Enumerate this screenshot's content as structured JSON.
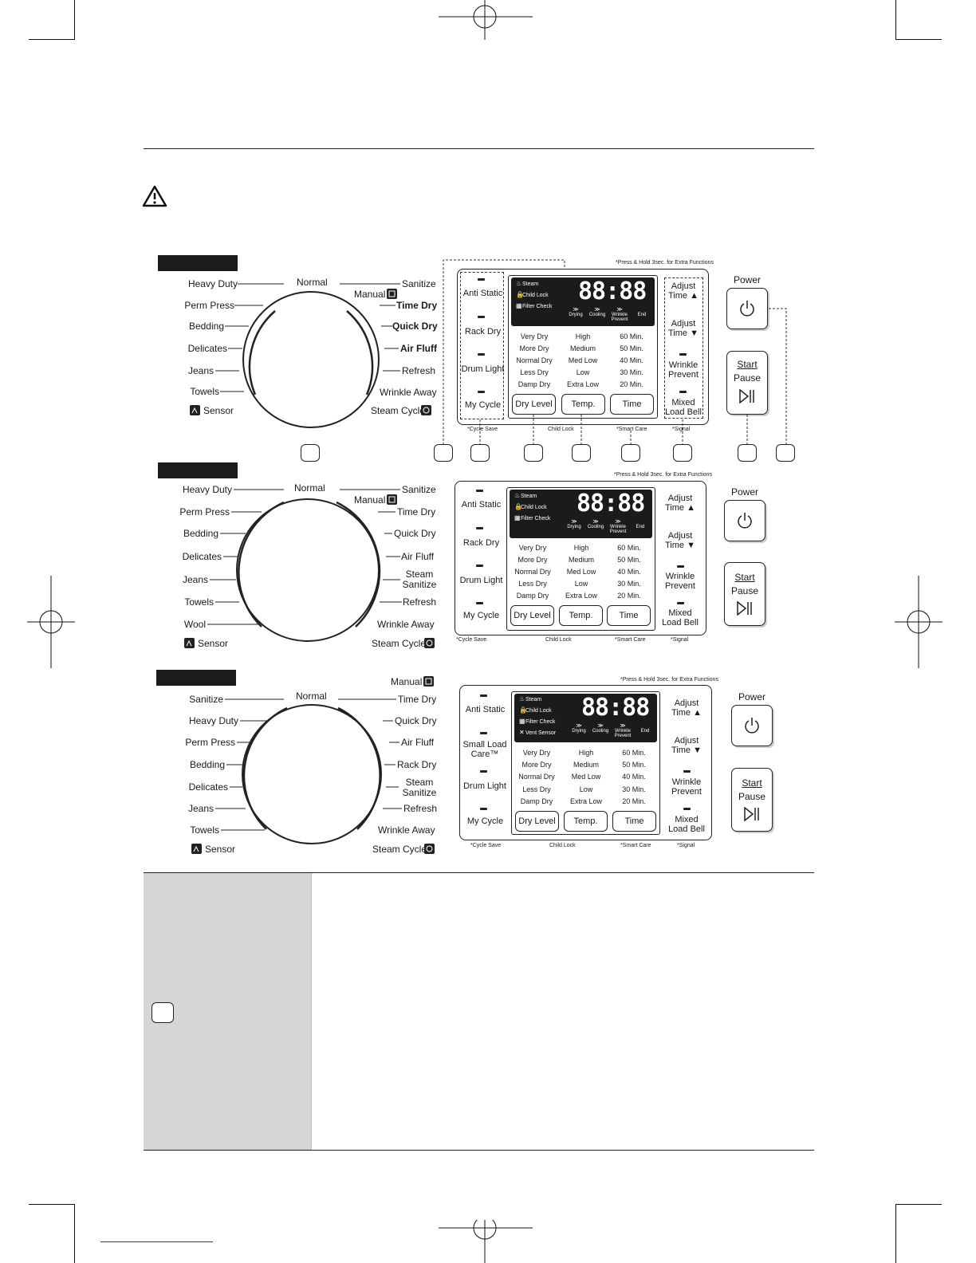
{
  "dial_panels": [
    {
      "left_labels": [
        "Heavy Duty",
        "Perm Press",
        "Bedding",
        "Delicates",
        "Jeans",
        "Towels"
      ],
      "sensor_label": "Sensor",
      "top_label": "Normal",
      "right_labels": [
        "Sanitize",
        "Manual",
        "Time Dry",
        "Quick Dry",
        "Air Fluff",
        "Refresh",
        "Wrinkle Away",
        "Steam Cycle"
      ]
    },
    {
      "left_labels": [
        "Heavy Duty",
        "Perm Press",
        "Bedding",
        "Delicates",
        "Jeans",
        "Towels",
        "Wool"
      ],
      "sensor_label": "Sensor",
      "top_label": "Normal",
      "right_labels": [
        "Sanitize",
        "Manual",
        "Time Dry",
        "Quick Dry",
        "Air Fluff",
        "Steam Sanitize",
        "Refresh",
        "Wrinkle Away",
        "Steam Cycle"
      ]
    },
    {
      "left_labels": [
        "Sanitize",
        "Heavy Duty",
        "Perm Press",
        "Bedding",
        "Delicates",
        "Jeans",
        "Towels"
      ],
      "sensor_label": "Sensor",
      "top_label": "Normal",
      "right_labels": [
        "Manual",
        "Time Dry",
        "Quick Dry",
        "Air Fluff",
        "Rack Dry",
        "Steam Sanitize",
        "Refresh",
        "Wrinkle Away",
        "Steam Cycle"
      ]
    }
  ],
  "control_panels": [
    {
      "extra_note": "*Press & Hold 3sec. for Extra Functions",
      "left_buttons": [
        "Anti Static",
        "Rack Dry",
        "Drum Light",
        "My Cycle"
      ],
      "indicators": [
        "Steam",
        "Child Lock",
        "Filter Check"
      ],
      "display": "88:88",
      "stages": [
        "Drying",
        "Cooling",
        "Wrinkle Prevent",
        "End"
      ],
      "dry_levels": [
        "Very Dry",
        "More Dry",
        "Normal Dry",
        "Less Dry",
        "Damp Dry"
      ],
      "temps": [
        "High",
        "Medium",
        "Med Low",
        "Low",
        "Extra Low"
      ],
      "times": [
        "60 Min.",
        "50 Min.",
        "40 Min.",
        "30 Min.",
        "20 Min."
      ],
      "bottom_buttons": [
        "Dry Level",
        "Temp.",
        "Time"
      ],
      "right_buttons": [
        "Adjust Time ▲",
        "Adjust Time ▼",
        "Wrinkle Prevent",
        "Mixed Load Bell"
      ],
      "notes": [
        "*Cycle Save",
        "Child Lock",
        "*Smart Care",
        "*Signal"
      ],
      "power_label": "Power",
      "start_label": "Start",
      "pause_label": "Pause"
    },
    {
      "extra_note": "*Press & Hold 3sec. for Extra Functions",
      "left_buttons": [
        "Anti Static",
        "Rack Dry",
        "Drum Light",
        "My Cycle"
      ],
      "indicators": [
        "Steam",
        "Child Lock",
        "Filter Check"
      ],
      "display": "88:88",
      "stages": [
        "Drying",
        "Cooling",
        "Wrinkle Prevent",
        "End"
      ],
      "dry_levels": [
        "Very Dry",
        "More Dry",
        "Normal Dry",
        "Less Dry",
        "Damp Dry"
      ],
      "temps": [
        "High",
        "Medium",
        "Med Low",
        "Low",
        "Extra Low"
      ],
      "times": [
        "60 Min.",
        "50 Min.",
        "40 Min.",
        "30 Min.",
        "20 Min."
      ],
      "bottom_buttons": [
        "Dry Level",
        "Temp.",
        "Time"
      ],
      "right_buttons": [
        "Adjust Time ▲",
        "Adjust Time ▼",
        "Wrinkle Prevent",
        "Mixed Load Bell"
      ],
      "notes": [
        "*Cycle Save",
        "Child Lock",
        "*Smart Care",
        "*Signal"
      ],
      "power_label": "Power",
      "start_label": "Start",
      "pause_label": "Pause"
    },
    {
      "extra_note": "*Press & Hold 3sec. for Extra Functions",
      "left_buttons": [
        "Anti Static",
        "Small Load Care™",
        "Drum Light",
        "My Cycle"
      ],
      "indicators": [
        "Steam",
        "Child Lock",
        "Filter Check",
        "Vent Sensor"
      ],
      "display": "88:88",
      "stages": [
        "Drying",
        "Cooling",
        "Wrinkle Prevent",
        "End"
      ],
      "dry_levels": [
        "Very Dry",
        "More Dry",
        "Normal Dry",
        "Less Dry",
        "Damp Dry"
      ],
      "temps": [
        "High",
        "Medium",
        "Med Low",
        "Low",
        "Extra Low"
      ],
      "times": [
        "60 Min.",
        "50 Min.",
        "40 Min.",
        "30 Min.",
        "20 Min."
      ],
      "bottom_buttons": [
        "Dry Level",
        "Temp.",
        "Time"
      ],
      "right_buttons": [
        "Adjust Time ▲",
        "Adjust Time ▼",
        "Wrinkle Prevent",
        "Mixed Load Bell"
      ],
      "notes": [
        "*Cycle Save",
        "Child Lock",
        "*Smart Care",
        "*Signal"
      ],
      "power_label": "Power",
      "start_label": "Start",
      "pause_label": "Pause"
    }
  ],
  "icons": {
    "warning": "warning-triangle-icon",
    "power": "power-icon",
    "play_pause": "play-pause-icon",
    "sensor": "sensor-icon",
    "manual": "manual-icon",
    "steam_cycle": "steam-cycle-icon"
  },
  "colors": {
    "sidebar_gray": "#d6d6d6",
    "link_blue": "#2233cc"
  }
}
